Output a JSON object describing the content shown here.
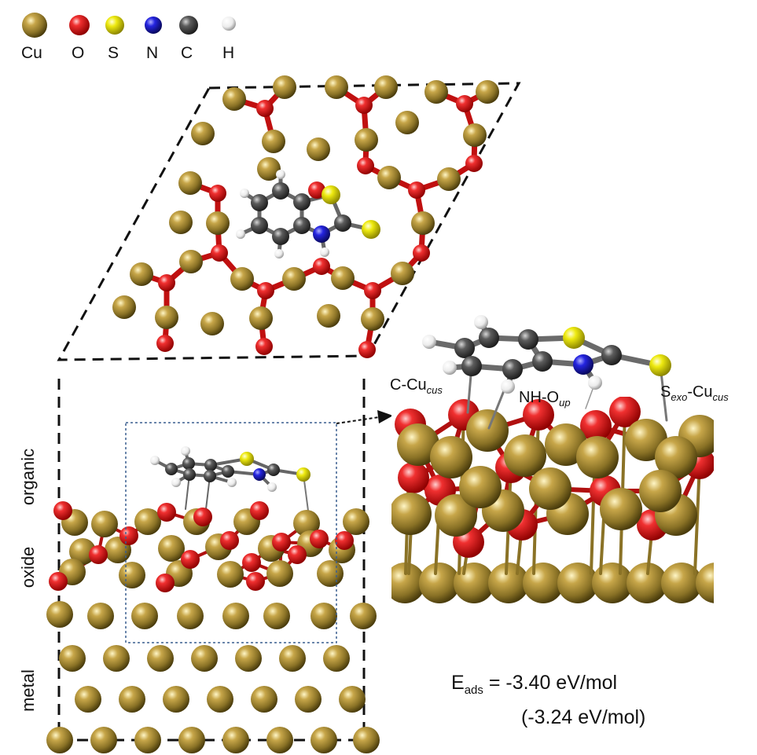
{
  "legend": [
    {
      "label": "Cu",
      "color": "#8a7226"
    },
    {
      "label": "O",
      "color": "#e01b1b"
    },
    {
      "label": "S",
      "color": "#e8e000"
    },
    {
      "label": "N",
      "color": "#1a1ad0"
    },
    {
      "label": "C",
      "color": "#5a5a5a"
    },
    {
      "label": "H",
      "color": "#f0f0f0"
    }
  ],
  "layers": {
    "organic": "organic",
    "oxide": "oxide",
    "metal": "metal"
  },
  "bonds": {
    "c_cu": {
      "main": "C-Cu",
      "sub": "cus"
    },
    "nh_o": {
      "main": "NH-O",
      "sub": "up"
    },
    "s_cu": {
      "main": "S",
      "sub1": "exo",
      "mid": "-Cu",
      "sub2": "cus"
    }
  },
  "energy": {
    "symbol": "E",
    "subscript": "ads",
    "value": " = -3.40 eV/mol",
    "alt": "(-3.24 eV/mol)"
  }
}
